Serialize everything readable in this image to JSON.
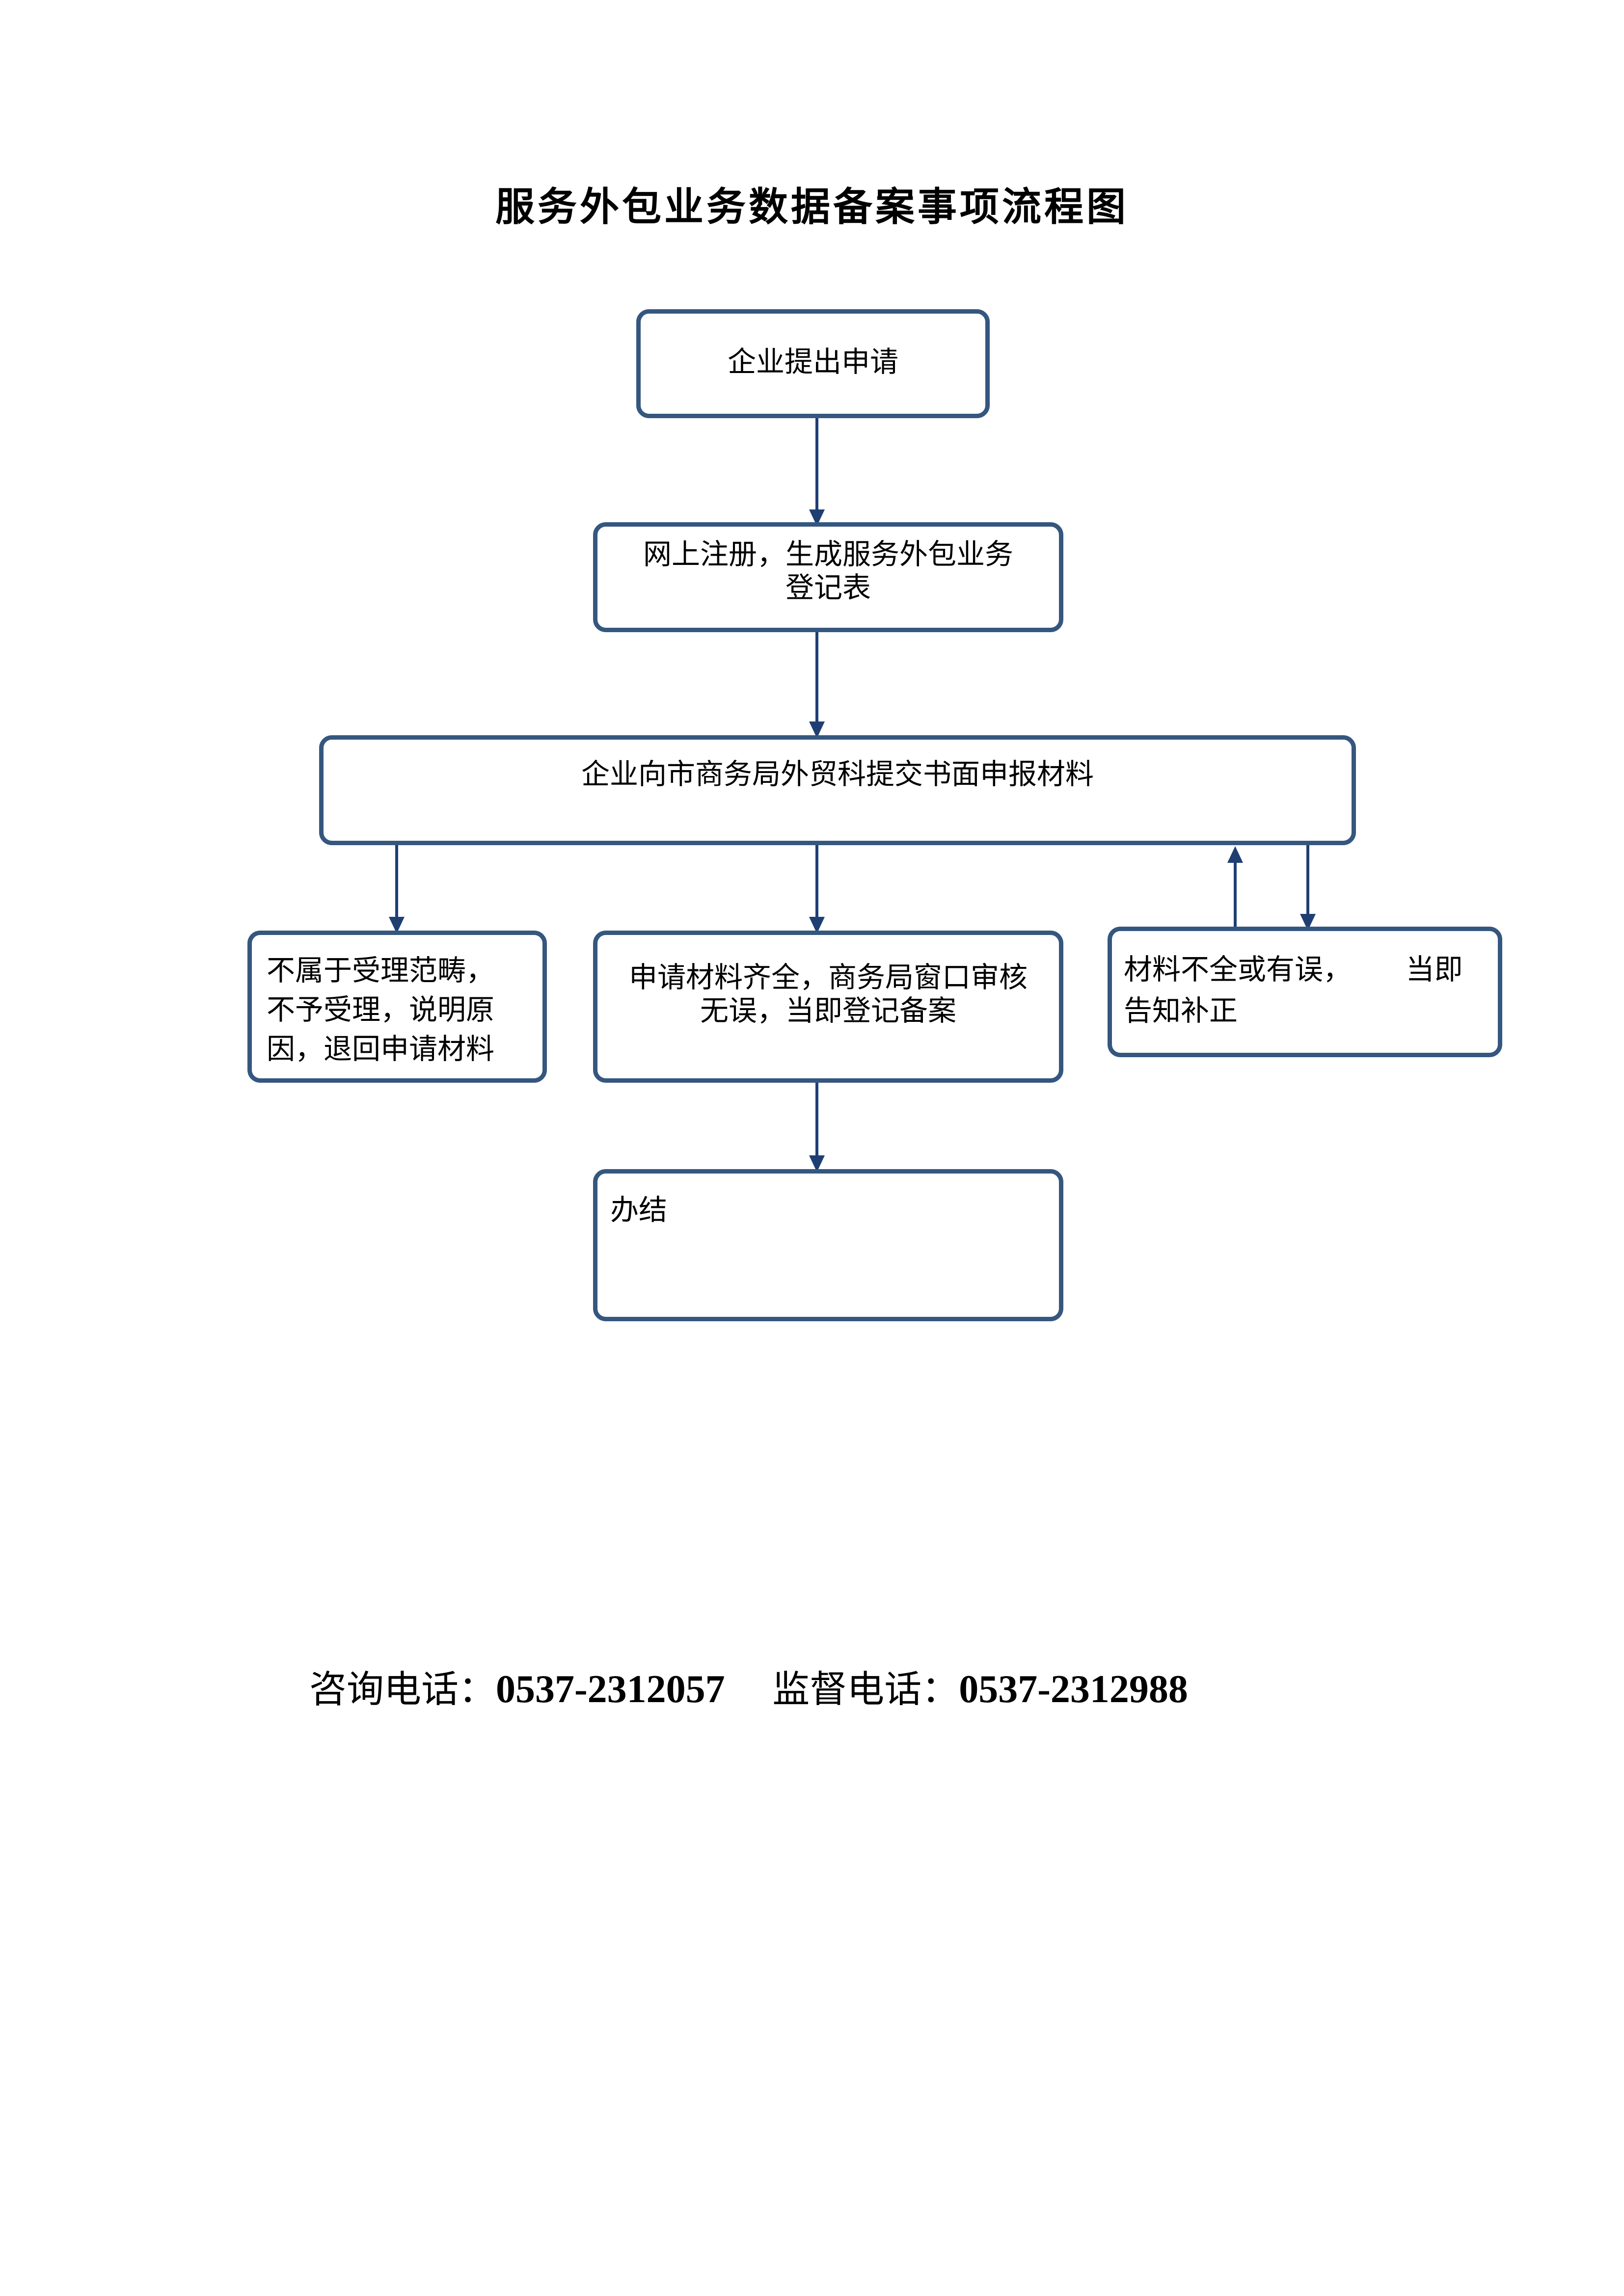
{
  "title": "服务外包业务数据备案事项流程图",
  "colors": {
    "box_border": "#35577f",
    "arrow": "#1f3f73"
  },
  "nodes": {
    "apply": "企业提出申请",
    "register": "网上注册，生成服务外包业务\n登记表",
    "submit": "企业向市商务局外贸科提交书面申报材料",
    "reject": "不属于受理范畴，\n不予受理，说明原\n因，退回申请材料",
    "approve": "申请材料齐全，商务局窗口审核\n无误，当即登记备案",
    "supplement": "材料不全或有误，      当即\n告知补正",
    "done": "办结"
  },
  "footer": {
    "consult_label": "咨询电话：",
    "consult_number": "0537-2312057",
    "supervise_label": "监督电话：",
    "supervise_number": "0537-2312988"
  }
}
